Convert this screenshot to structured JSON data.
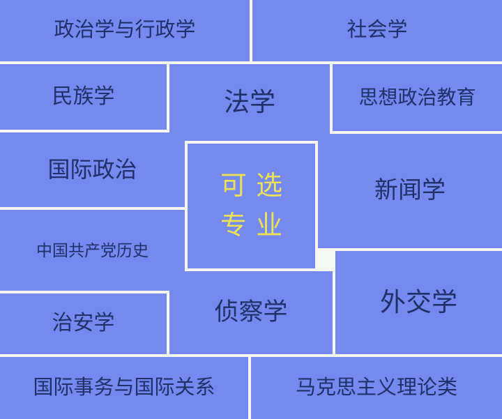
{
  "diagram": {
    "type": "mosaic-grid",
    "colors": {
      "tile_fill": "#7589ee",
      "divider": "#f3f8f2",
      "label_text": "#20306d",
      "center_text": "#e9e15b"
    },
    "center": {
      "label": "可选专业",
      "line1": "可选",
      "line2": "专业"
    },
    "majors": [
      {
        "label": "政治学与行政学"
      },
      {
        "label": "社会学"
      },
      {
        "label": "民族学"
      },
      {
        "label": "法学"
      },
      {
        "label": "思想政治教育"
      },
      {
        "label": "国际政治"
      },
      {
        "label": "新闻学"
      },
      {
        "label": "中国共产党历史"
      },
      {
        "label": "外交学"
      },
      {
        "label": "侦察学"
      },
      {
        "label": "治安学"
      },
      {
        "label": "国际事务与国际关系"
      },
      {
        "label": "马克思主义理论类"
      }
    ]
  }
}
